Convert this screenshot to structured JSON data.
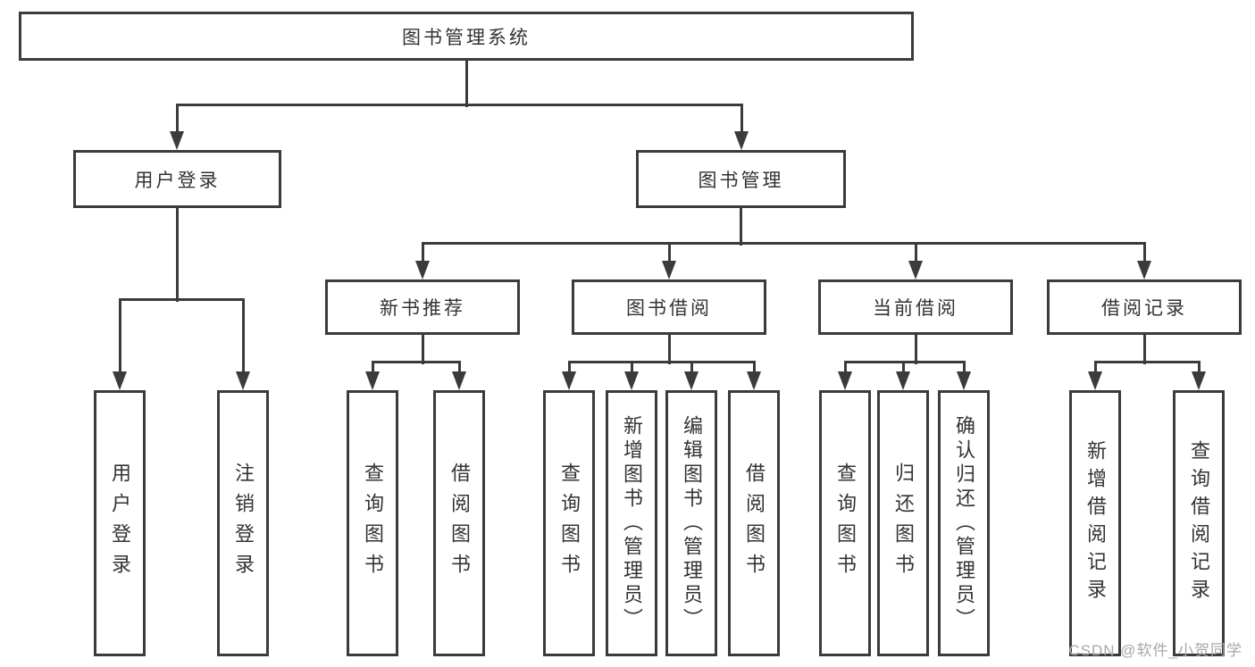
{
  "diagram": {
    "root": {
      "label": "图书管理系统"
    },
    "branches": [
      {
        "label": "用户登录",
        "children": [
          {
            "label": "用户登录"
          },
          {
            "label": "注销登录"
          }
        ]
      },
      {
        "label": "图书管理",
        "children": [
          {
            "label": "新书推荐",
            "children": [
              {
                "label": "查询图书"
              },
              {
                "label": "借阅图书"
              }
            ]
          },
          {
            "label": "图书借阅",
            "children": [
              {
                "label": "查询图书"
              },
              {
                "label": "新增图书（管理员）"
              },
              {
                "label": "编辑图书（管理员）"
              },
              {
                "label": "借阅图书"
              }
            ]
          },
          {
            "label": "当前借阅",
            "children": [
              {
                "label": "查询图书"
              },
              {
                "label": "归还图书"
              },
              {
                "label": "确认归还（管理员）"
              }
            ]
          },
          {
            "label": "借阅记录",
            "children": [
              {
                "label": "新增借阅记录"
              },
              {
                "label": "查询借阅记录"
              }
            ]
          }
        ]
      }
    ]
  },
  "watermark": "CSDN @软件_小贺同学",
  "colors": {
    "line": "#3b3b3b",
    "text": "#333333",
    "watermark": "#a8a8a8"
  }
}
